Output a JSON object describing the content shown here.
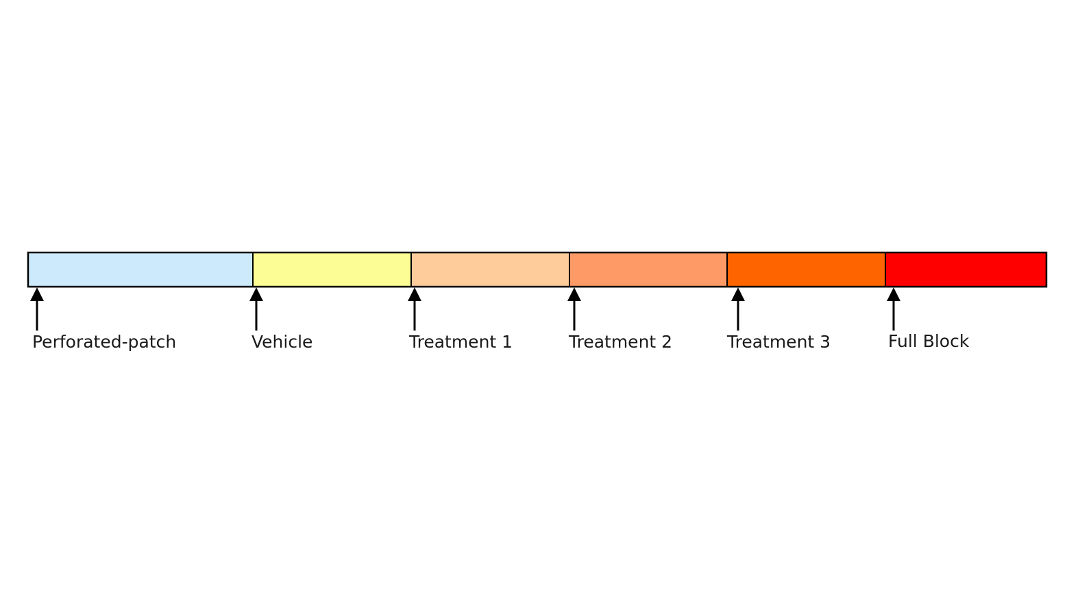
{
  "timeline": {
    "stages": [
      {
        "label": "Perforated-patch",
        "color": "#cdeafd"
      },
      {
        "label": "Vehicle",
        "color": "#fdfd95"
      },
      {
        "label": "Treatment 1",
        "color": "#fecb9a"
      },
      {
        "label": "Treatment 2",
        "color": "#fe9a66"
      },
      {
        "label": "Treatment 3",
        "color": "#fe6500"
      },
      {
        "label": "Full Block",
        "color": "#fe0000"
      }
    ],
    "border_color": "#000000",
    "arrow_color": "#000000"
  }
}
